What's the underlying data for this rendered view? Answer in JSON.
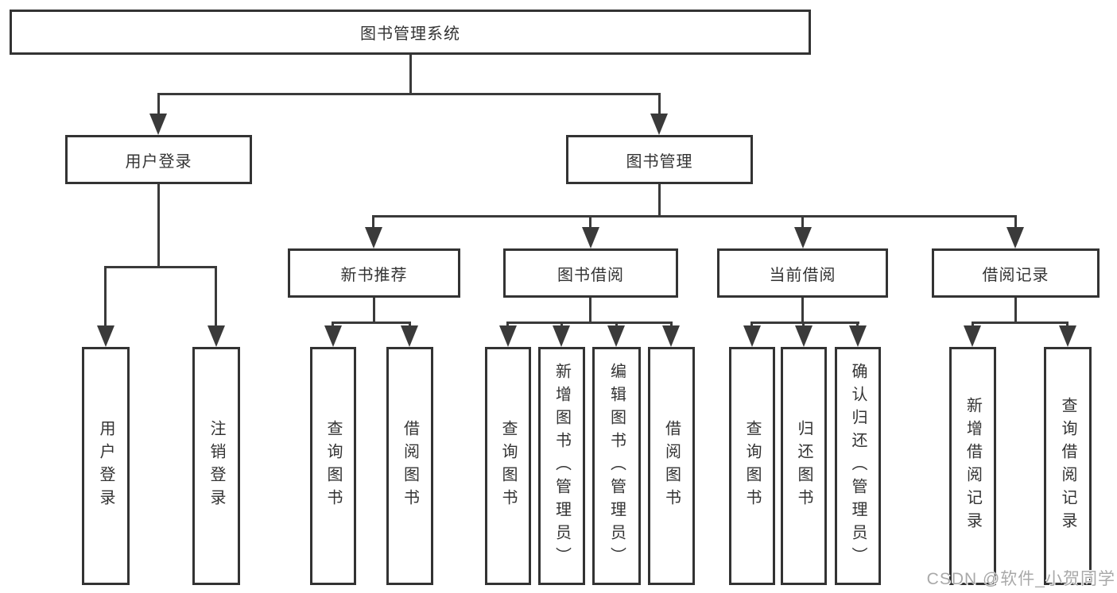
{
  "diagram": {
    "root": {
      "label": "图书管理系统"
    },
    "level2": [
      {
        "label": "用户登录"
      },
      {
        "label": "图书管理"
      }
    ],
    "level3": [
      {
        "label": "新书推荐"
      },
      {
        "label": "图书借阅"
      },
      {
        "label": "当前借阅"
      },
      {
        "label": "借阅记录"
      }
    ],
    "leaves": [
      {
        "label": "用户登录"
      },
      {
        "label": "注销登录"
      },
      {
        "label": "查询图书"
      },
      {
        "label": "借阅图书"
      },
      {
        "label": "查询图书"
      },
      {
        "label": "新增图书（管理员）"
      },
      {
        "label": "编辑图书（管理员）"
      },
      {
        "label": "借阅图书"
      },
      {
        "label": "查询图书"
      },
      {
        "label": "归还图书"
      },
      {
        "label": "确认归还（管理员）"
      },
      {
        "label": "新增借阅记录"
      },
      {
        "label": "查询借阅记录"
      }
    ],
    "watermark": "CSDN @软件_小贺同学",
    "colors": {
      "line": "#3a3a3a",
      "border": "#333333",
      "text": "#333333",
      "watermark": "#a9a9a9",
      "background": "#ffffff"
    }
  }
}
